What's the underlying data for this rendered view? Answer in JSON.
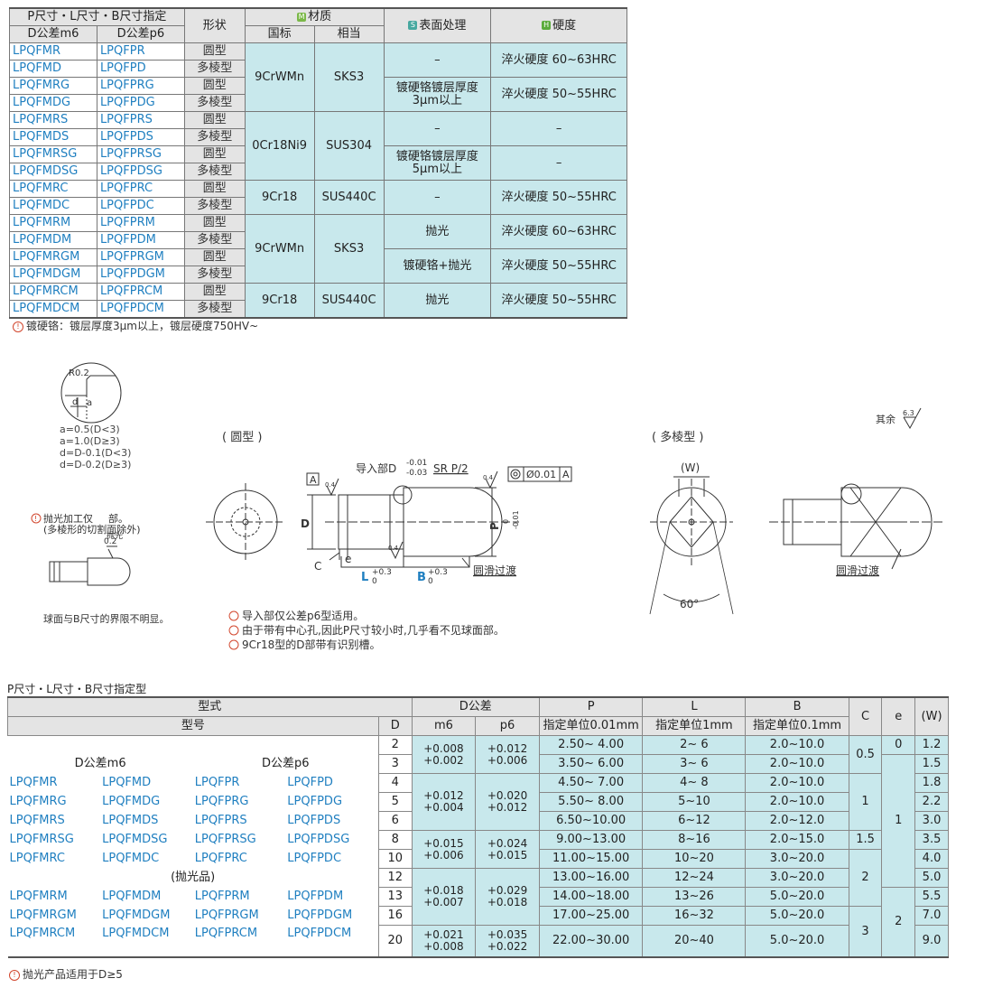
{
  "top_table": {
    "header": {
      "spec": "P尺寸・L尺寸・B尺寸指定",
      "d_m6": "D公差m6",
      "d_p6": "D公差p6",
      "shape": "形状",
      "material": "材质",
      "material_std": "国标",
      "material_equiv": "相当",
      "surface": "表面处理",
      "hardness": "硬度"
    },
    "rows": [
      {
        "m6": "LPQFMR",
        "p6": "LPQFPR",
        "shape": "圆型"
      },
      {
        "m6": "LPQFMD",
        "p6": "LPQFPD",
        "shape": "多棱型"
      },
      {
        "m6": "LPQFMRG",
        "p6": "LPQFPRG",
        "shape": "圆型"
      },
      {
        "m6": "LPQFMDG",
        "p6": "LPQFPDG",
        "shape": "多棱型"
      },
      {
        "m6": "LPQFMRS",
        "p6": "LPQFPRS",
        "shape": "圆型"
      },
      {
        "m6": "LPQFMDS",
        "p6": "LPQFPDS",
        "shape": "多棱型"
      },
      {
        "m6": "LPQFMRSG",
        "p6": "LPQFPRSG",
        "shape": "圆型"
      },
      {
        "m6": "LPQFMDSG",
        "p6": "LPQFPDSG",
        "shape": "多棱型"
      },
      {
        "m6": "LPQFMRC",
        "p6": "LPQFPRC",
        "shape": "圆型"
      },
      {
        "m6": "LPQFMDC",
        "p6": "LPQFPDC",
        "shape": "多棱型"
      },
      {
        "m6": "LPQFMRM",
        "p6": "LPQFPRM",
        "shape": "圆型"
      },
      {
        "m6": "LPQFMDM",
        "p6": "LPQFPDM",
        "shape": "多棱型"
      },
      {
        "m6": "LPQFMRGM",
        "p6": "LPQFPRGM",
        "shape": "圆型"
      },
      {
        "m6": "LPQFMDGM",
        "p6": "LPQFPDGM",
        "shape": "多棱型"
      },
      {
        "m6": "LPQFMRCM",
        "p6": "LPQFPRCM",
        "shape": "圆型"
      },
      {
        "m6": "LPQFMDCM",
        "p6": "LPQFPDCM",
        "shape": "多棱型"
      }
    ],
    "groups": {
      "m1_std": "9CrWMn",
      "m1_eq": "SKS3",
      "m2_std": "0Cr18Ni9",
      "m2_eq": "SUS304",
      "m3_std": "9Cr18",
      "m3_eq": "SUS440C",
      "m4_std": "9CrWMn",
      "m4_eq": "SKS3",
      "m5_std": "9Cr18",
      "m5_eq": "SUS440C",
      "s1": "–",
      "s2": "镀硬铬镀层厚度3μm以上",
      "s3": "–",
      "s4": "镀硬铬镀层厚度5μm以上",
      "s5": "–",
      "s6": "抛光",
      "s7": "镀硬铬+抛光",
      "s8": "抛光",
      "h1": "淬火硬度 60~63HRC",
      "h2": "淬火硬度 50~55HRC",
      "h3": "–",
      "h4": "–",
      "h5": "淬火硬度 50~55HRC",
      "h6": "淬火硬度 60~63HRC",
      "h7": "淬火硬度 50~55HRC",
      "h8": "淬火硬度 50~55HRC"
    },
    "icons": {
      "material": "M",
      "surface": "S",
      "hardness": "H"
    },
    "colors": {
      "material": "#7ab848",
      "surface": "#47a8a0",
      "hardness": "#5aab3c"
    },
    "note": "镀硬铬：镀层厚度3μm以上，镀层硬度750HV~"
  },
  "diagram": {
    "r02": "R0.2",
    "a_label": "a",
    "d_label": "d",
    "formulas": [
      "a=0.5(D<3)",
      "a=1.0(D≥3)",
      "d=D-0.1(D<3)",
      "d=D-0.2(D≥3)"
    ],
    "round_label": "( 圆型 )",
    "poly_label": "( 多棱型 )",
    "guide_label": "导入部D",
    "guide_tol_up": "-0.01",
    "guide_tol_dn": "-0.03",
    "sr": "SR P/2",
    "concentric": "Ø0.01",
    "datum": "A",
    "d_dim": "D",
    "p_dim": "P",
    "p_tol_up": "0",
    "p_tol_dn": "-0.01",
    "c_dim": "C",
    "e_dim": "e",
    "l_dim": "L",
    "b_dim": "B",
    "lb_tol_up": "+0.3",
    "lb_tol_dn": "0",
    "smooth": "圆滑过渡",
    "smooth2": "圆滑过渡",
    "w_dim": "(W)",
    "angle": "60°",
    "rough_other": "其余",
    "rough_val": "6.3",
    "rough_04": "0.4",
    "rough_02": "0.2",
    "polish_label": "抛光",
    "note_polish_1": "抛光加工仅",
    "note_polish_2": "部。",
    "note_polish_3": "(多棱形的切割面除外)",
    "note_ball": "球面与B尺寸的界限不明显。",
    "notes": [
      "导入部仅公差p6型适用。",
      "由于带有中心孔,因此P尺寸较小时,几乎看不见球面部。",
      "9Cr18型的D部带有识别槽。"
    ]
  },
  "bottom_table": {
    "title": "P尺寸・L尺寸・B尺寸指定型",
    "h_type": "型式",
    "h_model": "型号",
    "h_d": "D",
    "h_dtol": "D公差",
    "h_m6": "m6",
    "h_p6": "p6",
    "h_p": "P",
    "h_p2": "指定单位0.01mm",
    "h_l": "L",
    "h_l2": "指定单位1mm",
    "h_b": "B",
    "h_b2": "指定单位0.1mm",
    "h_c": "C",
    "h_e": "e",
    "h_w": "(W)",
    "sub_m6": "D公差m6",
    "sub_p6": "D公差p6",
    "polished": "(抛光品)",
    "models": [
      [
        "LPQFMR",
        "LPQFMD",
        "LPQFPR",
        "LPQFPD"
      ],
      [
        "LPQFMRG",
        "LPQFMDG",
        "LPQFPRG",
        "LPQFPDG"
      ],
      [
        "LPQFMRS",
        "LPQFMDS",
        "LPQFPRS",
        "LPQFPDS"
      ],
      [
        "LPQFMRSG",
        "LPQFMDSG",
        "LPQFPRSG",
        "LPQFPDSG"
      ],
      [
        "LPQFMRC",
        "LPQFMDC",
        "LPQFPRC",
        "LPQFPDC"
      ],
      [
        "LPQFMRM",
        "LPQFMDM",
        "LPQFPRM",
        "LPQFPDM"
      ],
      [
        "LPQFMRGM",
        "LPQFMDGM",
        "LPQFPRGM",
        "LPQFPDGM"
      ],
      [
        "LPQFMRCM",
        "LPQFMDCM",
        "LPQFPRCM",
        "LPQFPDCM"
      ]
    ],
    "rows": [
      {
        "d": "2",
        "p": "2.50~ 4.00",
        "l": "2~ 6",
        "b": "2.0~10.0",
        "w": "1.2"
      },
      {
        "d": "3",
        "p": "3.50~ 6.00",
        "l": "3~ 6",
        "b": "2.0~10.0",
        "w": "1.5"
      },
      {
        "d": "4",
        "p": "4.50~ 7.00",
        "l": "4~ 8",
        "b": "2.0~10.0",
        "w": "1.8"
      },
      {
        "d": "5",
        "p": "5.50~ 8.00",
        "l": "5~10",
        "b": "2.0~10.0",
        "w": "2.2"
      },
      {
        "d": "6",
        "p": "6.50~10.00",
        "l": "6~12",
        "b": "2.0~12.0",
        "w": "3.0"
      },
      {
        "d": "8",
        "p": "9.00~13.00",
        "l": "8~16",
        "b": "2.0~15.0",
        "w": "3.5"
      },
      {
        "d": "10",
        "p": "11.00~15.00",
        "l": "10~20",
        "b": "3.0~20.0",
        "w": "4.0"
      },
      {
        "d": "12",
        "p": "13.00~16.00",
        "l": "12~24",
        "b": "3.0~20.0",
        "w": "5.0"
      },
      {
        "d": "13",
        "p": "14.00~18.00",
        "l": "13~26",
        "b": "5.0~20.0",
        "w": "5.5"
      },
      {
        "d": "16",
        "p": "17.00~25.00",
        "l": "16~32",
        "b": "5.0~20.0",
        "w": "7.0"
      },
      {
        "d": "20",
        "p": "22.00~30.00",
        "l": "20~40",
        "b": "5.0~20.0",
        "w": "9.0"
      }
    ],
    "tol": {
      "g1_m6": "+0.008 +0.002",
      "g1_p6": "+0.012 +0.006",
      "g2_m6": "+0.012 +0.004",
      "g2_p6": "+0.020 +0.012",
      "g3_m6": "+0.015 +0.006",
      "g3_p6": "+0.024 +0.015",
      "g4_m6": "+0.018 +0.007",
      "g4_p6": "+0.029 +0.018",
      "g5_m6": "+0.021 +0.008",
      "g5_p6": "+0.035 +0.022"
    },
    "c_vals": [
      "0.5",
      "1",
      "1.5",
      "2",
      "3"
    ],
    "e_vals": [
      "0",
      "1",
      "2"
    ],
    "note": "抛光产品适用于D≥5"
  }
}
